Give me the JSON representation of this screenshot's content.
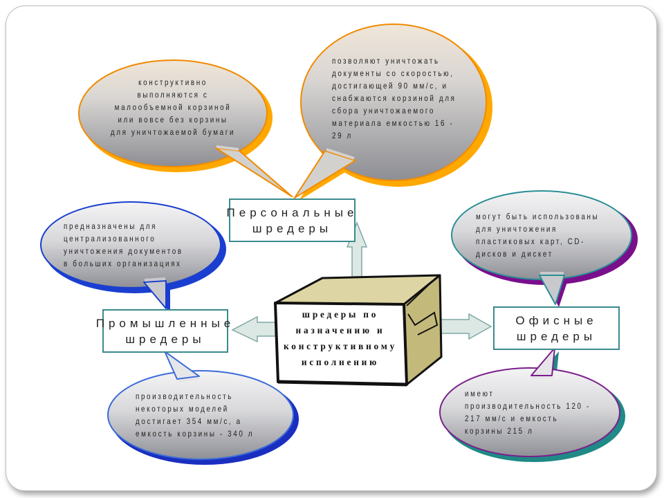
{
  "center": {
    "text": "шредеры по\nназначению и\nконструктивному\nисполнению"
  },
  "categories": {
    "personal": {
      "label": "Персональные\nшредеры"
    },
    "industrial": {
      "label": "Промышленные\nшредеры"
    },
    "office": {
      "label": "Офисные\nшредеры"
    }
  },
  "bubbles": {
    "personal_basket": "конструктивно\nвыполняются с\nмалообъемной корзиной\nили вовсе без корзины\nдля уничтожаемой бумаги",
    "personal_speed": "позволяют уничтожать\nдокументы со скоростью,\nдостигающей 90 мм/с, и\nснабжаются корзиной для\nсбора уничтожаемого\nматериала емкостью 16 -\n29 л",
    "industrial_purpose": "предназначены для\nцентрализованного\nуничтожения документов\nв больших организациях",
    "industrial_performance": "производительность\nнекоторых моделей\nдостигает 354 мм/с, а\nемкость корзины - 340 л",
    "office_purpose": "могут быть использованы\nдля уничтожения\nпластиковых карт, CD-\nдисков и дискет",
    "office_performance": "имеют\nпроизводительность 120 -\n217 мм/с и емкость\nкорзины 215 л"
  },
  "colors": {
    "box_border": "#3a8a8c",
    "arrow_fill": "#dce8e4",
    "orange": "#ff9900",
    "blue": "#1a3fd0",
    "purple": "#7a0f8c",
    "teal": "#1f8a86",
    "cube": "#cfc690"
  }
}
